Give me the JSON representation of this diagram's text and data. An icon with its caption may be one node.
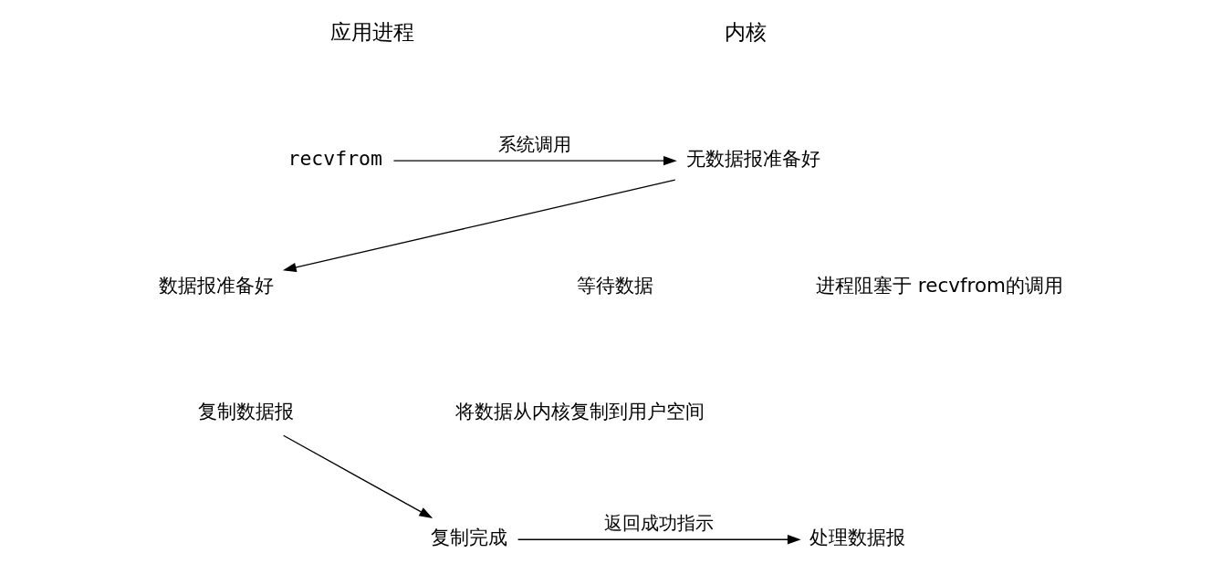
{
  "diagram": {
    "nodes": [
      {
        "text": [
          "recvfrom"
        ]
      },
      {
        "text": [
          "无数据报准备好"
        ]
      },
      {
        "text": [
          "数据报准备好"
        ]
      },
      {
        "text": [
          "复制数据报"
        ]
      },
      {
        "text": [
          "复制完成"
        ]
      },
      {
        "text": [
          "处理数据报"
        ]
      }
    ],
    "edges": [
      {
        "from": 0,
        "to": 1,
        "arrow": "to",
        "label": "系统调用"
      },
      {
        "from": 1,
        "to": 2,
        "arrow": "to"
      },
      {
        "from": 3,
        "to": 4,
        "arrow": "to"
      },
      {
        "from": 4,
        "to": 5,
        "arrow": "to",
        "label": "返回成功指示"
      }
    ],
    "labels": [
      "应用进程",
      "内核",
      "进程阻塞于 recvfrom的调用",
      "等待数据",
      "将数据从内核复制到用户空间"
    ]
  }
}
